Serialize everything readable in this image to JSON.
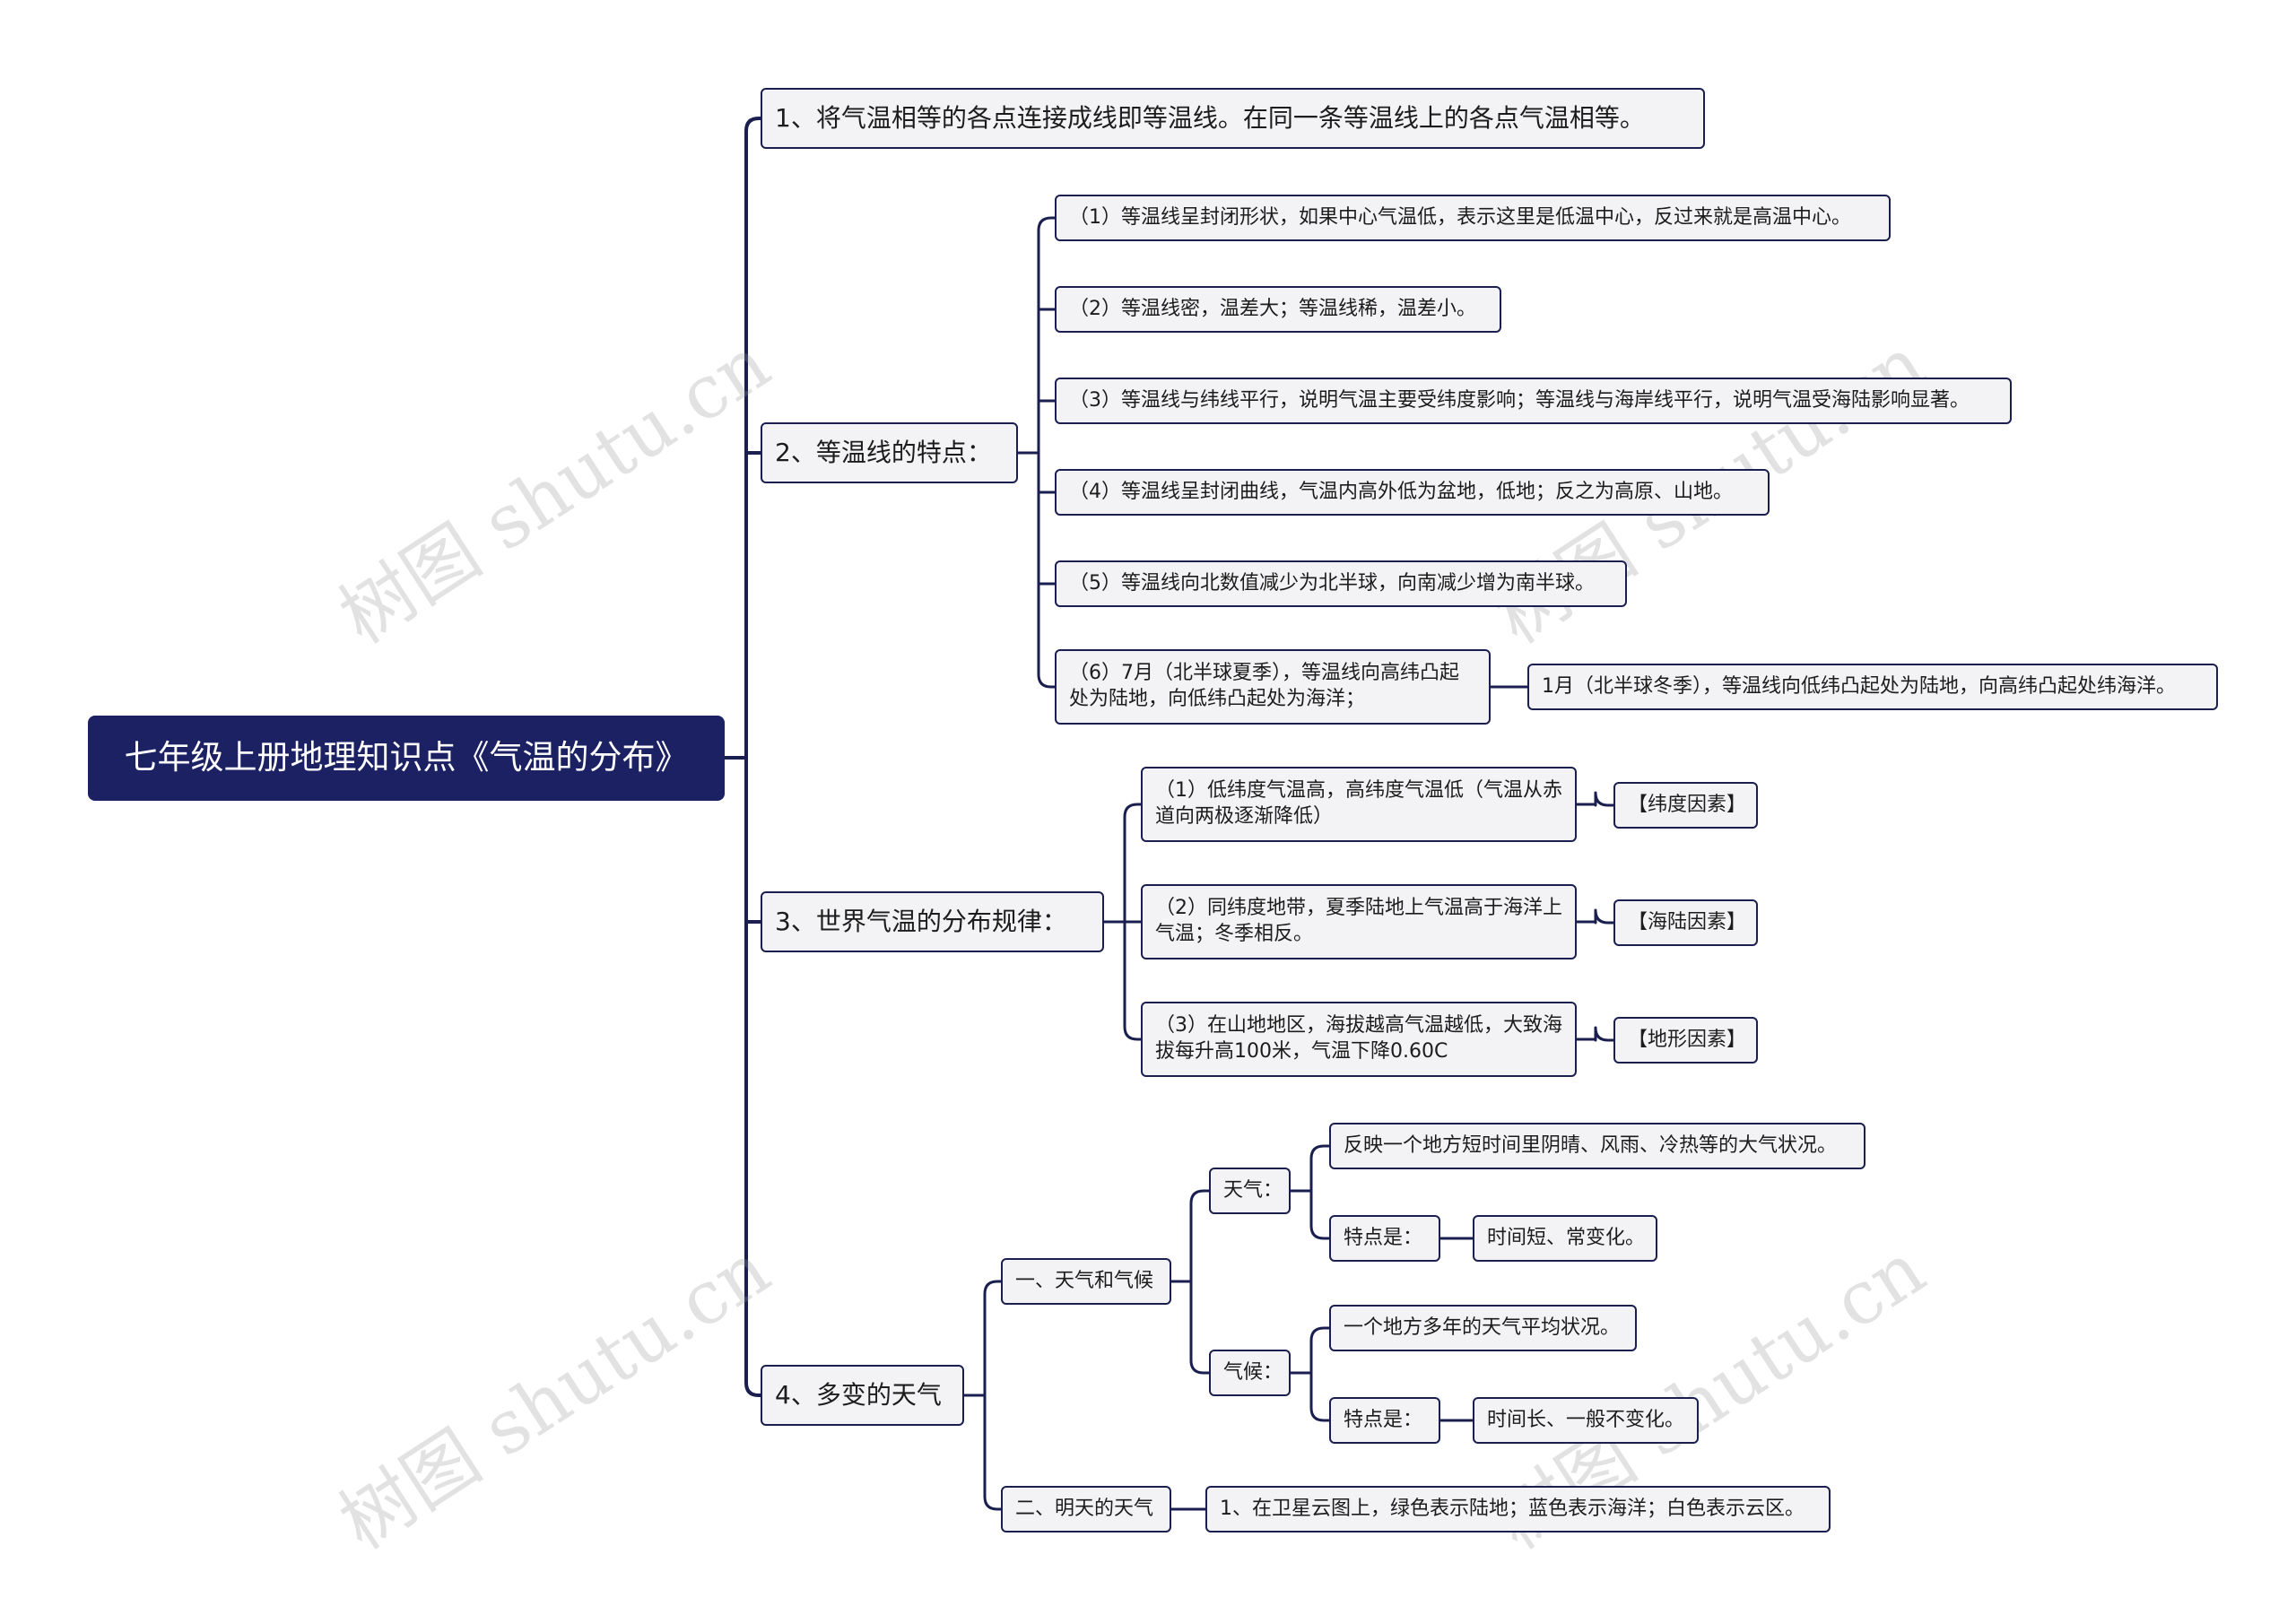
{
  "root": "七年级上册地理知识点《气温的分布》",
  "b1": "1、将气温相等的各点连接成线即等温线。在同一条等温线上的各点气温相等。",
  "b2": {
    "label": "2、等温线的特点：",
    "c1": "（1）等温线呈封闭形状，如果中心气温低，表示这里是低温中心，反过来就是高温中心。",
    "c2": "（2）等温线密，温差大；等温线稀，温差小。",
    "c3": "（3）等温线与纬线平行，说明气温主要受纬度影响；等温线与海岸线平行，说明气温受海陆影响显著。",
    "c4": "（4）等温线呈封闭曲线，气温内高外低为盆地，低地；反之为高原、山地。",
    "c5": "（5）等温线向北数值减少为北半球，向南减少增为南半球。",
    "c6": "（6）7月（北半球夏季），等温线向高纬凸起处为陆地，向低纬凸起处为海洋；",
    "c6a": "1月（北半球冬季），等温线向低纬凸起处为陆地，向高纬凸起处纬海洋。"
  },
  "b3": {
    "label": "3、世界气温的分布规律：",
    "c1": "（1）低纬度气温高，高纬度气温低（气温从赤道向两极逐渐降低）",
    "c1a": "【纬度因素】",
    "c2": "（2）同纬度地带，夏季陆地上气温高于海洋上气温；冬季相反。",
    "c2a": "【海陆因素】",
    "c3": "（3）在山地地区，海拔越高气温越低，大致海拔每升高100米，气温下降0.60C",
    "c3a": "【地形因素】"
  },
  "b4": {
    "label": "4、多变的天气",
    "s1": "一、天气和气候",
    "tq": "天气：",
    "tq1": "反映一个地方短时间里阴晴、风雨、冷热等的大气状况。",
    "tq2": "特点是：",
    "tq2a": "时间短、常变化。",
    "qh": "气候：",
    "qh1": "一个地方多年的天气平均状况。",
    "qh2": "特点是：",
    "qh2a": "时间长、一般不变化。",
    "s2": "二、明天的天气",
    "s2a": "1、在卫星云图上，绿色表示陆地；蓝色表示海洋；白色表示云区。"
  },
  "watermark": "树图 shutu.cn",
  "colors": {
    "root_bg": "#1b2162",
    "line": "#1a1f4f",
    "node_bg": "#f3f3f5"
  }
}
